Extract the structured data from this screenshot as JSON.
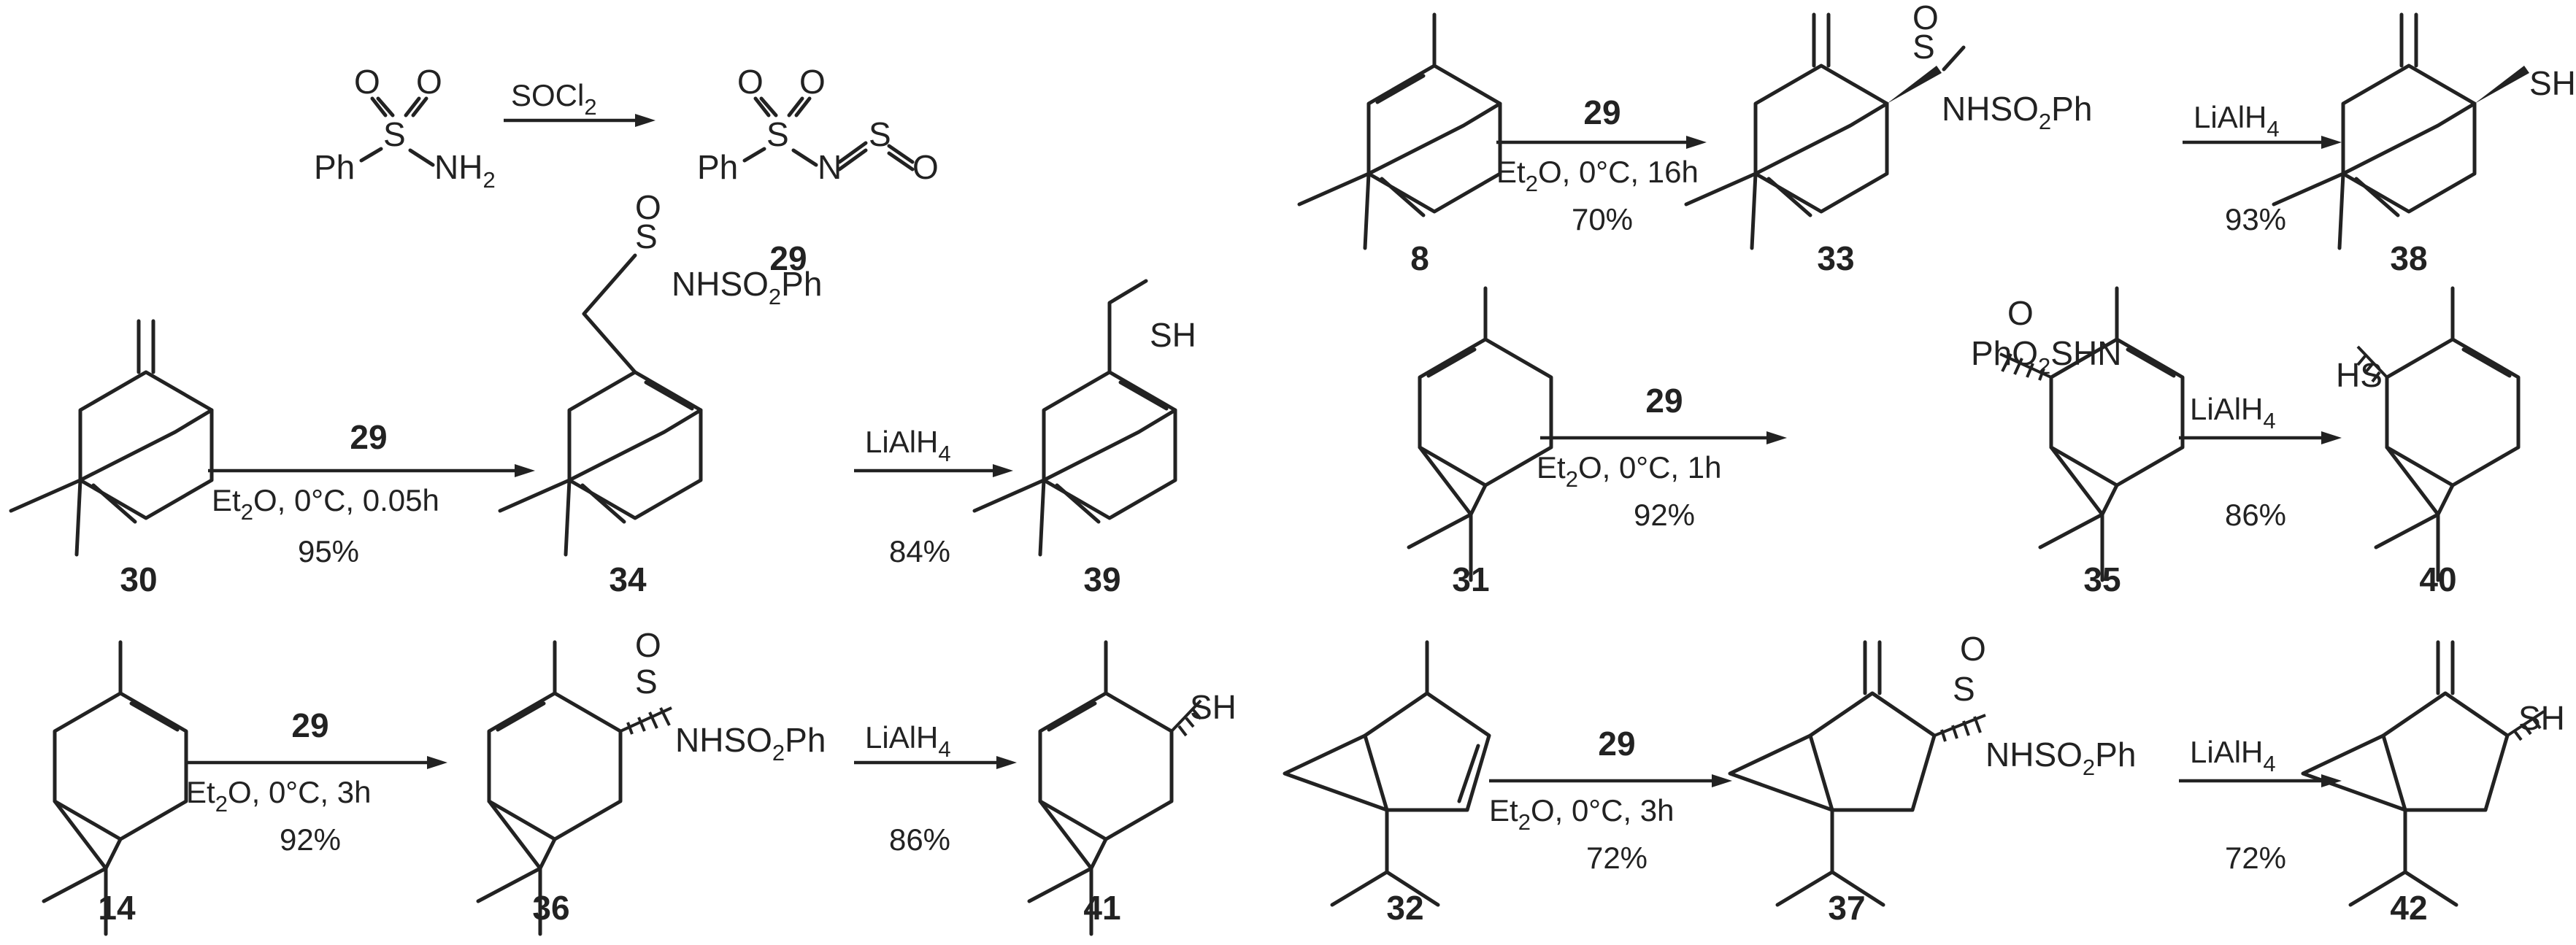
{
  "title": "",
  "labels": {
    "ph": "Ph",
    "s": "S",
    "o": "O",
    "n": "N",
    "nh2": "NH",
    "two": "2",
    "socl": "SOCl",
    "nhso2ph_a": "NHSO",
    "nhso2ph_b": "Ph",
    "pho2shn_a": "PhO",
    "pho2shn_b": "SHN",
    "sh": "SH",
    "hs": "HS",
    "lialh": "LiAlH",
    "four": "4",
    "et": "Et",
    "o_tail": "O, 0°C, "
  },
  "reagent": {
    "number": "29",
    "socl2_label": "SOCl2"
  },
  "reactions": [
    {
      "sm": "8",
      "product": "33",
      "thiol": "38",
      "reagent": "29",
      "solvent": "Et2O",
      "temp": "0°C",
      "time": "16h",
      "yield_step1": "70%",
      "reductant": "LiAlH4",
      "yield_step2": "93%"
    },
    {
      "sm": "30",
      "product": "34",
      "thiol": "39",
      "reagent": "29",
      "solvent": "Et2O",
      "temp": "0°C",
      "time": "0.05h",
      "yield_step1": "95%",
      "reductant": "LiAlH4",
      "yield_step2": "84%"
    },
    {
      "sm": "31",
      "product": "35",
      "thiol": "40",
      "reagent": "29",
      "solvent": "Et2O",
      "temp": "0°C",
      "time": "1h",
      "yield_step1": "92%",
      "reductant": "LiAlH4",
      "yield_step2": "86%"
    },
    {
      "sm": "14",
      "product": "36",
      "thiol": "41",
      "reagent": "29",
      "solvent": "Et2O",
      "temp": "0°C",
      "time": "3h",
      "yield_step1": "92%",
      "reductant": "LiAlH4",
      "yield_step2": "86%"
    },
    {
      "sm": "32",
      "product": "37",
      "thiol": "42",
      "reagent": "29",
      "solvent": "Et2O",
      "temp": "0°C",
      "time": "3h",
      "yield_step1": "72%",
      "reductant": "LiAlH4",
      "yield_step2": "72%"
    }
  ]
}
